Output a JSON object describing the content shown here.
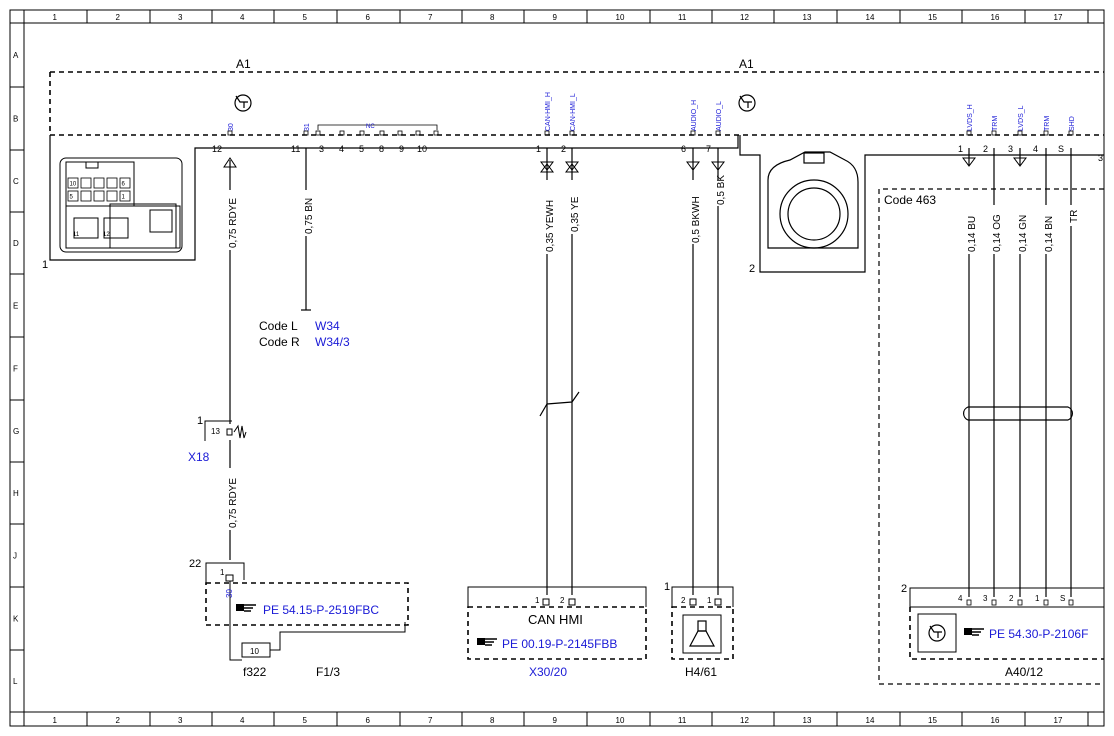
{
  "frame": {
    "col_labels": [
      "1",
      "2",
      "3",
      "4",
      "5",
      "6",
      "7",
      "8",
      "9",
      "10",
      "11",
      "12",
      "13",
      "14",
      "15",
      "16",
      "17"
    ],
    "row_labels": [
      "A",
      "B",
      "C",
      "D",
      "E",
      "F",
      "G",
      "H",
      "J",
      "K",
      "L"
    ]
  },
  "colors": {
    "link": "#1a1ad6",
    "line": "#000000"
  },
  "unit_a1": {
    "label_left": "A1",
    "label_right": "A1",
    "item_left": "1",
    "item_right": "2",
    "pin_left": "12",
    "pins_left": [
      "11",
      "3",
      "4",
      "5",
      "8",
      "9",
      "10"
    ],
    "pin_right_edge": "3",
    "nc_label": "NC"
  },
  "connector_detail": {
    "cells_top": [
      "10",
      "",
      "",
      "",
      "6"
    ],
    "cells_mid": [
      "5",
      "",
      "",
      "",
      "1"
    ],
    "bottom_labels": [
      "11",
      "12"
    ]
  },
  "signals_a1": [
    "30",
    "31",
    "CAN-HMI_H",
    "CAN-HMI_L",
    "AUDIO_H",
    "AUDIO_L",
    "LVDS_H",
    "TRM",
    "LVDS_L",
    "TRM",
    "SHD"
  ],
  "pins_a1": [
    "1",
    "2",
    "6",
    "7",
    "1",
    "2",
    "3",
    "4",
    "S"
  ],
  "wires": {
    "w30": "0,75 RDYE",
    "w31": "0,75 BN",
    "can_h": "0,35 YEWH",
    "can_l": "0,35 YE",
    "audio_h": "0,5 BKWH",
    "audio_l": "0,5 BK",
    "lvds_h": "0,14 BU",
    "trm1": "0,14 OG",
    "lvds_l": "0,14 GN",
    "trm2": "0,14 BN",
    "shd": "TR",
    "w30_lower": "0,75 RDYE"
  },
  "code_refs": {
    "l_label": "Code L",
    "l_value": "W34",
    "r_label": "Code R",
    "r_value": "W34/3",
    "code463": "Code 463"
  },
  "x18": {
    "item": "1",
    "pin": "13",
    "name": "X18"
  },
  "fuse_block": {
    "item": "22",
    "pin": "1",
    "pin_signal": "30",
    "ref": "PE 54.15-P-2519FBC",
    "fuse_no": "10",
    "fuse_name": "f322",
    "name": "F1/3"
  },
  "x30_20": {
    "title": "CAN HMI",
    "pins": [
      "1",
      "2"
    ],
    "ref": "PE 00.19-P-2145FBB",
    "name": "X30/20"
  },
  "h4_61": {
    "item": "1",
    "pins": [
      "2",
      "1"
    ],
    "name": "H4/61"
  },
  "a40_12": {
    "item": "2",
    "pins": [
      "4",
      "3",
      "2",
      "1",
      "S"
    ],
    "ref": "PE 54.30-P-2106F",
    "name": "A40/12"
  }
}
